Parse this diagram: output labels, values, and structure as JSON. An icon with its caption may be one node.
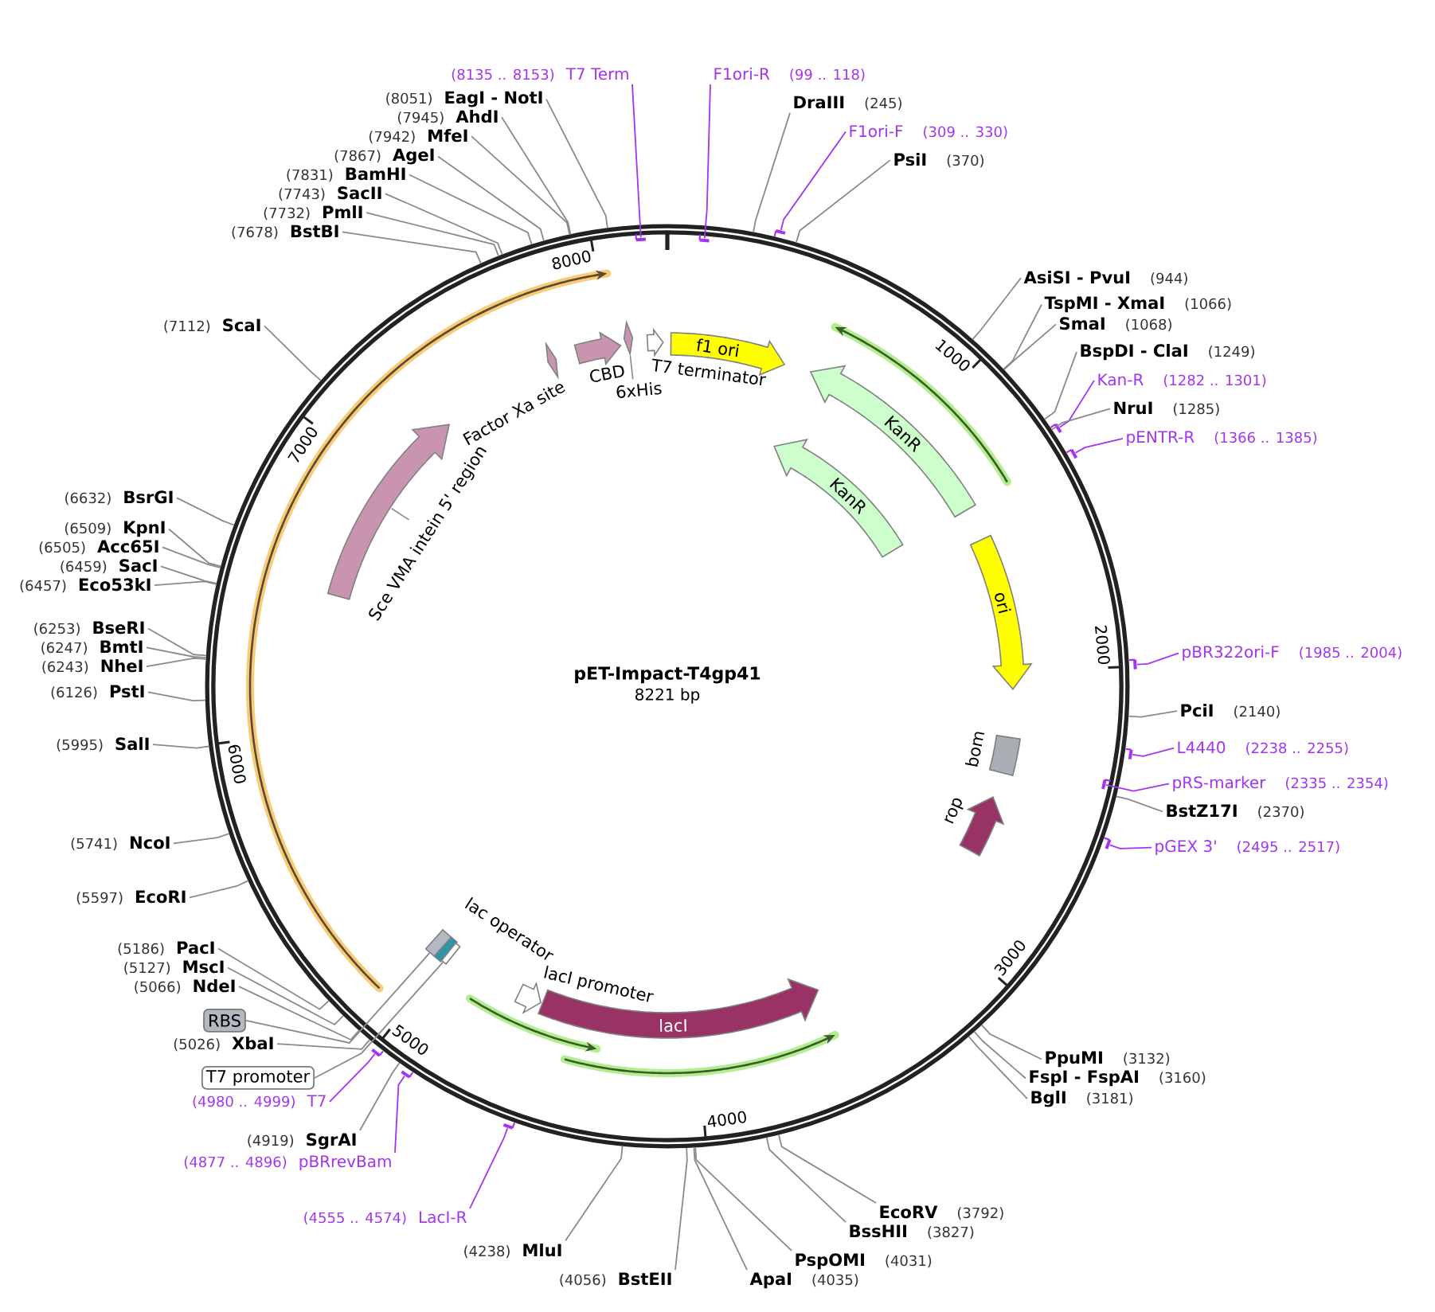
{
  "diagram": {
    "nodes": [
      {
        "text": [
          "pET-Impact-T4gp41",
          "8221 bp"
        ]
      },
      {
        "text": [
          "(8135 .. 8153)",
          "T7 Term"
        ]
      },
      {
        "text": [],
        "shape": "bar",
        "in": 0
      },
      {
        "text": [
          "F1ori-R",
          "(99 .. 118)"
        ]
      },
      {
        "text": [],
        "shape": "bar",
        "in": 0
      },
      {
        "text": [
          "DraIII",
          "(245)"
        ]
      },
      {
        "text": [
          "F1ori-F",
          "(309 .. 330)"
        ]
      },
      {
        "text": [],
        "shape": "bar"
      },
      {
        "text": [
          "PsiI",
          "(370)"
        ]
      },
      {
        "text": [
          "AsiSI - PvuI",
          "(944)"
        ]
      },
      {
        "text": [
          "TspMI - XmaI",
          "(1066)"
        ]
      },
      {
        "text": [
          "SmaI",
          "(1068)"
        ]
      },
      {
        "text": [
          "BspDI - ClaI",
          "(1249)"
        ]
      },
      {
        "text": [
          "Kan-R",
          "(1282 .. 1301)"
        ]
      },
      {
        "text": [],
        "shape": "bar"
      },
      {
        "text": [
          "NruI",
          "(1285)"
        ]
      },
      {
        "text": [
          "pENTR-R",
          "(1366 .. 1385)"
        ]
      },
      {
        "text": [],
        "shape": "bar"
      },
      {
        "text": [
          "pBR322ori-F",
          "(1985 .. 2004)"
        ]
      },
      {
        "text": [],
        "shape": "bar"
      },
      {
        "text": [
          "PciI",
          "(2140)"
        ]
      },
      {
        "text": [
          "L4440",
          "(2238 .. 2255)"
        ]
      },
      {
        "text": [],
        "shape": "bar"
      },
      {
        "text": [
          "pRS-marker",
          "(2335 .. 2354)"
        ]
      },
      {
        "text": [],
        "shape": "bar",
        "in": 0
      },
      {
        "text": [
          "BstZ17I",
          "(2370)"
        ]
      },
      {
        "text": [
          "pGEX 3'",
          "(2495 .. 2517)"
        ]
      },
      {
        "text": [],
        "shape": "bar"
      },
      {
        "text": [
          "PpuMI",
          "(3132)"
        ]
      },
      {
        "text": [
          "FspI - FspAI",
          "(3160)"
        ]
      },
      {
        "text": [
          "BglI",
          "(3181)"
        ]
      },
      {
        "text": [
          "EcoRV",
          "(3792)"
        ]
      },
      {
        "text": [
          "BssHII",
          "(3827)"
        ]
      },
      {
        "text": [
          "PspOMI",
          "(4031)"
        ]
      },
      {
        "text": [
          "ApaI",
          "(4035)"
        ]
      },
      {
        "text": [
          "(4056)",
          "BstEII"
        ]
      },
      {
        "text": [
          "(4238)",
          "MluI"
        ]
      },
      {
        "text": [
          "(4555 .. 4574)",
          "LacI-R"
        ]
      },
      {
        "text": [],
        "shape": "bar"
      },
      {
        "text": [
          "(4877 .. 4896)",
          "pBRrevBam"
        ]
      },
      {
        "text": [],
        "shape": "bar"
      },
      {
        "text": [
          "(4919)",
          "SgrAI"
        ]
      },
      {
        "text": [
          "(4980 .. 4999)",
          "T7"
        ]
      },
      {
        "text": [],
        "shape": "bar"
      },
      {
        "text": [
          "T7 promoter"
        ]
      },
      {
        "text": [
          "(5026)",
          "XbaI"
        ]
      },
      {
        "text": [
          "RBS"
        ]
      },
      {
        "text": [
          "(5066)",
          "NdeI"
        ]
      },
      {
        "text": [
          "(5127)",
          "MscI"
        ]
      },
      {
        "text": [
          "(5186)",
          "PacI"
        ]
      },
      {
        "text": [
          "(5597)",
          "EcoRI"
        ]
      },
      {
        "text": [
          "(5741)",
          "NcoI"
        ]
      },
      {
        "text": [
          "(5995)",
          "SalI"
        ]
      },
      {
        "text": [
          "(6126)",
          "PstI"
        ]
      },
      {
        "text": [
          "(6243)",
          "NheI"
        ]
      },
      {
        "text": [
          "(6247)",
          "BmtI"
        ]
      },
      {
        "text": [
          "(6253)",
          "BseRI"
        ]
      },
      {
        "text": [
          "(6457)",
          "Eco53kI"
        ]
      },
      {
        "text": [
          "(6459)",
          "SacI"
        ]
      },
      {
        "text": [
          "(6505)",
          "Acc65I"
        ]
      },
      {
        "text": [
          "(6509)",
          "KpnI"
        ]
      },
      {
        "text": [
          "(6632)",
          "BsrGI"
        ]
      },
      {
        "text": [
          "(7112)",
          "ScaI"
        ]
      },
      {
        "text": [
          "(7678)",
          "BstBI"
        ]
      },
      {
        "text": [
          "(7732)",
          "PmlI"
        ]
      },
      {
        "text": [
          "(7743)",
          "SacII"
        ]
      },
      {
        "text": [
          "(7831)",
          "BamHI"
        ]
      },
      {
        "text": [
          "(7867)",
          "AgeI"
        ]
      },
      {
        "text": [
          "(7942)",
          "MfeI"
        ]
      },
      {
        "text": [
          "(7945)",
          "AhdI"
        ]
      },
      {
        "text": [
          "(8051)",
          "EagI - NotI"
        ]
      },
      {
        "text": [
          "f1 ori"
        ],
        "in": 0
      },
      {
        "text": [
          "KanR"
        ],
        "in": 0
      },
      {
        "text": [
          "KanR"
        ],
        "in": 0
      },
      {
        "text": [
          "ori"
        ],
        "in": 0
      },
      {
        "text": [
          "bom"
        ],
        "in": 0
      },
      {
        "text": [
          "rop"
        ],
        "in": 0
      },
      {
        "text": [
          "lacI"
        ],
        "in": 0
      },
      {
        "text": [
          "lacI promoter"
        ],
        "in": 0
      },
      {
        "text": [],
        "shape": "box",
        "in": 0
      },
      {
        "text": [
          "lac operator"
        ],
        "in": 0
      },
      {
        "text": [],
        "shape": "box",
        "in": 0
      },
      {
        "text": [
          "Sce VMA intein 5' region"
        ],
        "in": 0
      },
      {
        "text": [
          "Factor Xa site"
        ],
        "in": 0
      },
      {
        "text": [
          "CBD"
        ],
        "in": 0
      },
      {
        "text": [
          "6xHis"
        ],
        "in": 0
      },
      {
        "text": [
          "T7 terminator"
        ],
        "in": 0
      }
    ],
    "edges": [
      {
        "from": 1,
        "to": 2,
        "arrow": "none",
        "color": "#a334f0"
      },
      {
        "from": 3,
        "to": 4,
        "arrow": "none",
        "color": "#a334f0"
      },
      {
        "from": 5,
        "to": 0,
        "arrow": "none"
      },
      {
        "from": 6,
        "to": 7,
        "arrow": "none",
        "color": "#a334f0"
      },
      {
        "from": 8,
        "to": 0,
        "arrow": "none"
      },
      {
        "from": 9,
        "to": 0,
        "arrow": "none"
      },
      {
        "from": 10,
        "to": 0,
        "arrow": "none"
      },
      {
        "from": 11,
        "to": 0,
        "arrow": "none"
      },
      {
        "from": 12,
        "to": 0,
        "arrow": "none"
      },
      {
        "from": 13,
        "to": 14,
        "arrow": "none",
        "color": "#a334f0"
      },
      {
        "from": 15,
        "to": 0,
        "arrow": "none"
      },
      {
        "from": 16,
        "to": 17,
        "arrow": "none",
        "color": "#a334f0"
      },
      {
        "from": 18,
        "to": 19,
        "arrow": "none",
        "color": "#a334f0"
      },
      {
        "from": 20,
        "to": 0,
        "arrow": "none"
      },
      {
        "from": 21,
        "to": 22,
        "arrow": "none",
        "color": "#a334f0"
      },
      {
        "from": 23,
        "to": 24,
        "arrow": "none",
        "color": "#a334f0"
      },
      {
        "from": 25,
        "to": 0,
        "arrow": "none"
      },
      {
        "from": 26,
        "to": 27,
        "arrow": "none",
        "color": "#a334f0"
      },
      {
        "from": 28,
        "to": 0,
        "arrow": "none"
      },
      {
        "from": 29,
        "to": 0,
        "arrow": "none"
      },
      {
        "from": 30,
        "to": 0,
        "arrow": "none"
      },
      {
        "from": 31,
        "to": 0,
        "arrow": "none"
      },
      {
        "from": 32,
        "to": 0,
        "arrow": "none"
      },
      {
        "from": 33,
        "to": 0,
        "arrow": "none"
      },
      {
        "from": 34,
        "to": 0,
        "arrow": "none"
      },
      {
        "from": 35,
        "to": 0,
        "arrow": "none"
      },
      {
        "from": 36,
        "to": 0,
        "arrow": "none"
      },
      {
        "from": 37,
        "to": 38,
        "arrow": "none",
        "color": "#a334f0"
      },
      {
        "from": 39,
        "to": 40,
        "arrow": "none",
        "color": "#a334f0"
      },
      {
        "from": 41,
        "to": 0,
        "arrow": "none"
      },
      {
        "from": 42,
        "to": 43,
        "arrow": "none",
        "color": "#a334f0"
      },
      {
        "from": 44,
        "to": 79,
        "arrow": "none"
      },
      {
        "from": 45,
        "to": 0,
        "arrow": "none"
      },
      {
        "from": 46,
        "to": 81,
        "arrow": "none"
      },
      {
        "from": 47,
        "to": 0,
        "arrow": "none"
      },
      {
        "from": 48,
        "to": 0,
        "arrow": "none"
      },
      {
        "from": 49,
        "to": 0,
        "arrow": "none"
      },
      {
        "from": 50,
        "to": 0,
        "arrow": "none"
      },
      {
        "from": 51,
        "to": 0,
        "arrow": "none"
      },
      {
        "from": 52,
        "to": 0,
        "arrow": "none"
      },
      {
        "from": 53,
        "to": 0,
        "arrow": "none"
      },
      {
        "from": 54,
        "to": 0,
        "arrow": "none"
      },
      {
        "from": 55,
        "to": 0,
        "arrow": "none"
      },
      {
        "from": 56,
        "to": 0,
        "arrow": "none"
      },
      {
        "from": 57,
        "to": 0,
        "arrow": "none"
      },
      {
        "from": 58,
        "to": 0,
        "arrow": "none"
      },
      {
        "from": 59,
        "to": 0,
        "arrow": "none"
      },
      {
        "from": 60,
        "to": 0,
        "arrow": "none"
      },
      {
        "from": 61,
        "to": 0,
        "arrow": "none"
      },
      {
        "from": 62,
        "to": 0,
        "arrow": "none"
      },
      {
        "from": 63,
        "to": 0,
        "arrow": "none"
      },
      {
        "from": 64,
        "to": 0,
        "arrow": "none"
      },
      {
        "from": 65,
        "to": 0,
        "arrow": "none"
      },
      {
        "from": 66,
        "to": 0,
        "arrow": "none"
      },
      {
        "from": 67,
        "to": 0,
        "arrow": "none"
      },
      {
        "from": 68,
        "to": 0,
        "arrow": "none"
      },
      {
        "from": 69,
        "to": 0,
        "arrow": "none"
      },
      {
        "from": 70,
        "to": 0,
        "arrow": "none"
      }
    ],
    "labels": [
      "1000",
      "2000",
      "3000",
      "4000",
      "5000",
      "6000",
      "7000",
      "8000"
    ]
  }
}
